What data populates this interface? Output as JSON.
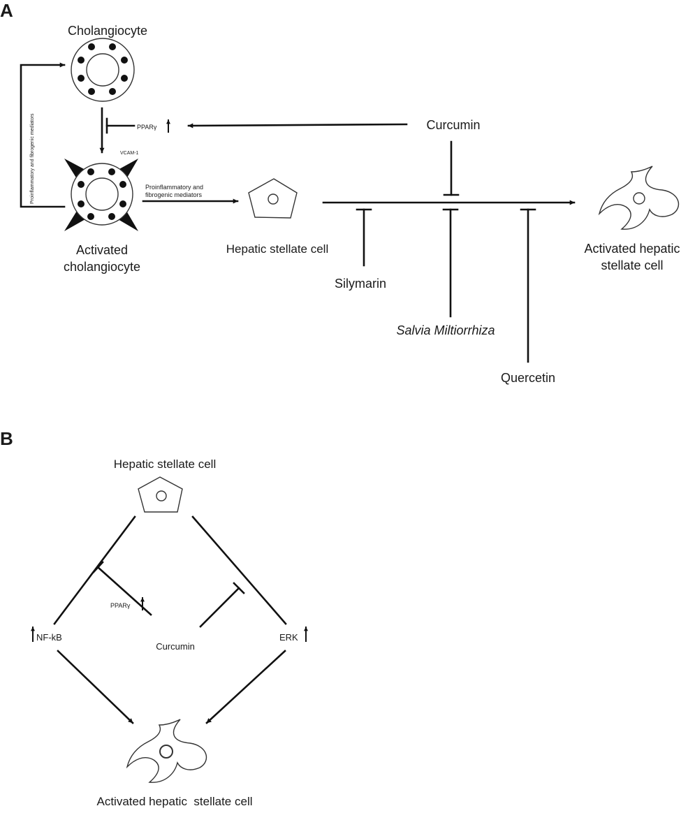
{
  "panels": {
    "a": "A",
    "b": "B"
  },
  "panel_a": {
    "cholangiocyte": "Cholangiocyte",
    "activated_cholangiocyte_line1": "Activated",
    "activated_cholangiocyte_line2": "cholangiocyte",
    "feedback_mediators": "Proinflammatory and fibrogenic mediators",
    "ppar": "PPARγ",
    "vcam": "VCAM-1",
    "mediators_line1": "Proinflammatory and",
    "mediators_line2": "fibrogenic mediators",
    "hepatic_stellate_cell": "Hepatic stellate cell",
    "activated_hsc_line1": "Activated hepatic",
    "activated_hsc_line2": "stellate cell",
    "curcumin": "Curcumin",
    "silymarin": "Silymarin",
    "salvia": "Salvia Miltiorrhiza",
    "quercetin": "Quercetin"
  },
  "panel_b": {
    "hepatic_stellate_cell": "Hepatic stellate cell",
    "ppar": "PPARγ",
    "nfkb": "NF-kB",
    "curcumin": "Curcumin",
    "erk": "ERK",
    "activated_hsc": "Activated hepatic  stellate cell"
  }
}
